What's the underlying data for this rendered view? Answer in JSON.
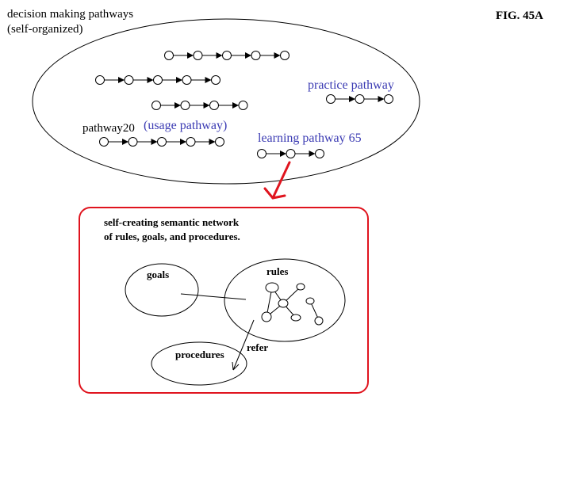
{
  "figure_label": "FIG. 45A",
  "top_region": {
    "title_line1": "decision making pathways",
    "title_line2": "(self-organized)",
    "practice_label": "practice pathway",
    "pathway20_label": "pathway20",
    "usage_label": "(usage pathway)",
    "learning_label": "learning pathway 65",
    "label_color": "#3b3bb3"
  },
  "connector_arrow_color": "#e0141e",
  "network_box": {
    "border_color": "#e0141e",
    "title_line1": "self-creating semantic network",
    "title_line2": "of rules, goals, and procedures.",
    "goals_label": "goals",
    "rules_label": "rules",
    "procedures_label": "procedures",
    "refer_label": "refer"
  }
}
